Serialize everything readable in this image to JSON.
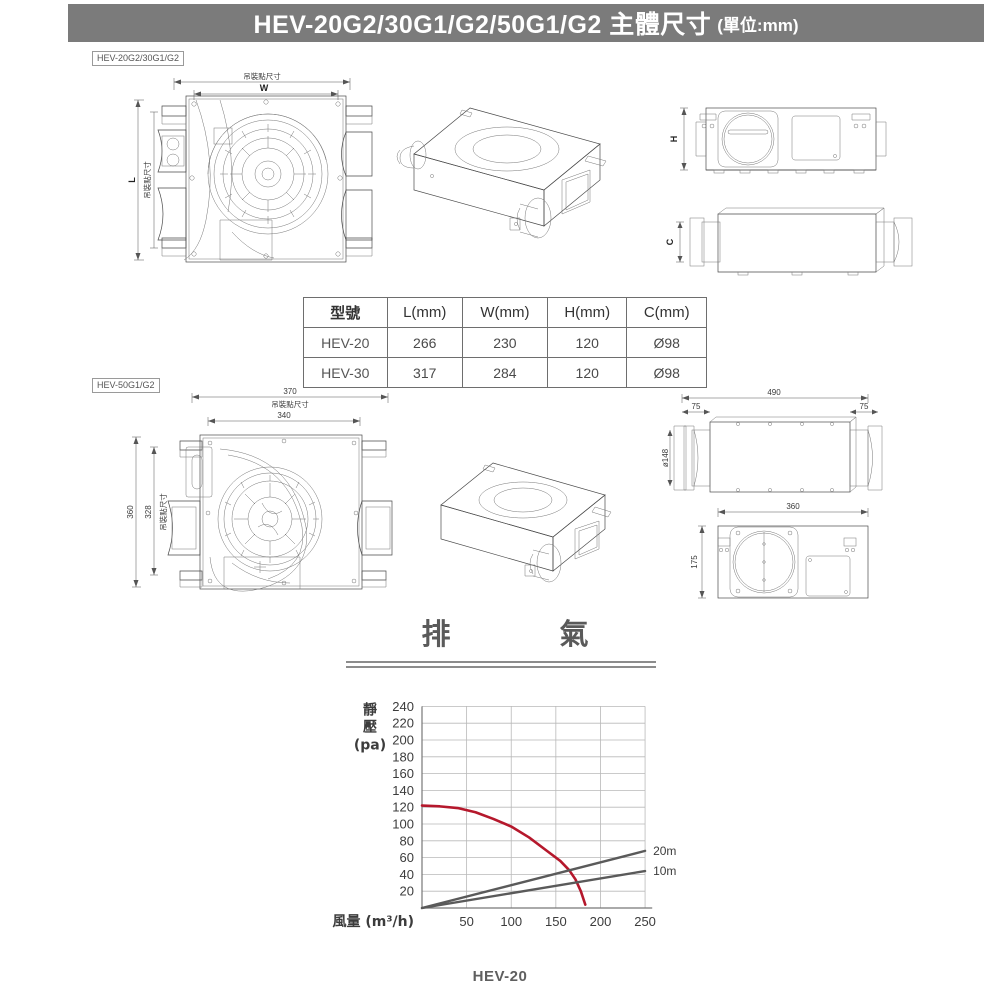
{
  "title": {
    "main": "HEV-20G2/30G1/G2/50G1/G2 主體尺寸",
    "unit": "(單位:mm)"
  },
  "sections": [
    {
      "tag": "HEV-20G2/30G1/G2"
    },
    {
      "tag": "HEV-50G1/G2"
    }
  ],
  "drawing_labels": {
    "mount_dim_cjk": "吊裝點尺寸",
    "w": "W",
    "l": "L",
    "h": "H",
    "c": "C",
    "d370": "370",
    "d340": "340",
    "d360_v": "360",
    "d328": "328",
    "d490": "490",
    "d75_left": "75",
    "d75_right": "75",
    "d148": "ø148",
    "d360_h": "360",
    "d175": "175"
  },
  "spec_table": {
    "headers": [
      "型號",
      "L(mm)",
      "W(mm)",
      "H(mm)",
      "C(mm)"
    ],
    "rows": [
      [
        "HEV-20",
        "266",
        "230",
        "120",
        "Ø98"
      ],
      [
        "HEV-30",
        "317",
        "284",
        "120",
        "Ø98"
      ]
    ]
  },
  "flow_heading": "排　氣",
  "model_caption": "HEV-20",
  "colors": {
    "banner": "#7b7b7b",
    "curve": "#b5182c",
    "system_line": "#5a5a5a",
    "grid": "#b9b9b9"
  },
  "chart_data": {
    "type": "line",
    "title": "排　氣",
    "xlabel": "風量 (m³/h)",
    "ylabel": "靜壓 (pa)",
    "xlim": [
      0,
      260
    ],
    "ylim": [
      0,
      250
    ],
    "xticks": [
      50,
      100,
      150,
      200,
      250
    ],
    "yticks": [
      20,
      40,
      60,
      80,
      100,
      120,
      140,
      160,
      180,
      200,
      220,
      240
    ],
    "grid": true,
    "legend_position": "right-inline",
    "series": [
      {
        "name": "HEV-20",
        "color": "#b5182c",
        "label": "",
        "points": [
          [
            0,
            122
          ],
          [
            20,
            121
          ],
          [
            40,
            119
          ],
          [
            60,
            114
          ],
          [
            80,
            106
          ],
          [
            100,
            97
          ],
          [
            120,
            84
          ],
          [
            140,
            68
          ],
          [
            155,
            56
          ],
          [
            165,
            45
          ],
          [
            172,
            34
          ],
          [
            178,
            20
          ],
          [
            183,
            4
          ]
        ]
      },
      {
        "name": "20m",
        "color": "#5a5a5a",
        "label": "20m",
        "points": [
          [
            0,
            0
          ],
          [
            250,
            68
          ]
        ]
      },
      {
        "name": "10m",
        "color": "#5a5a5a",
        "label": "10m",
        "points": [
          [
            0,
            0
          ],
          [
            250,
            44
          ]
        ]
      }
    ]
  }
}
